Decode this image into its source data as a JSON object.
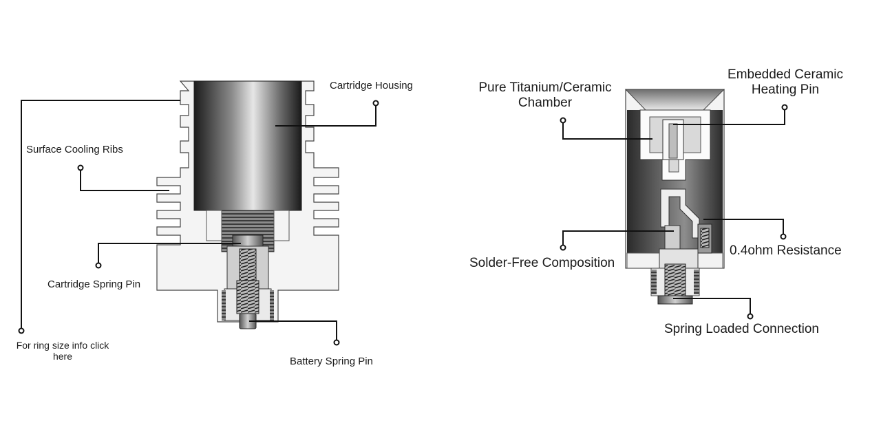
{
  "left_diagram": {
    "labels": {
      "cartridge_housing": "Cartridge Housing",
      "surface_cooling_ribs": "Surface Cooling Ribs",
      "cartridge_spring_pin": "Cartridge Spring Pin",
      "battery_spring_pin": "Battery Spring Pin",
      "ring_size_line1": "For ring size info click",
      "ring_size_line2": "here"
    }
  },
  "right_diagram": {
    "labels": {
      "chamber_line1": "Pure Titanium/Ceramic",
      "chamber_line2": "Chamber",
      "heating_pin_line1": "Embedded Ceramic",
      "heating_pin_line2": "Heating Pin",
      "solder_free": "Solder-Free Composition",
      "resistance": "0.4ohm Resistance",
      "spring_loaded": "Spring Loaded Connection"
    }
  }
}
